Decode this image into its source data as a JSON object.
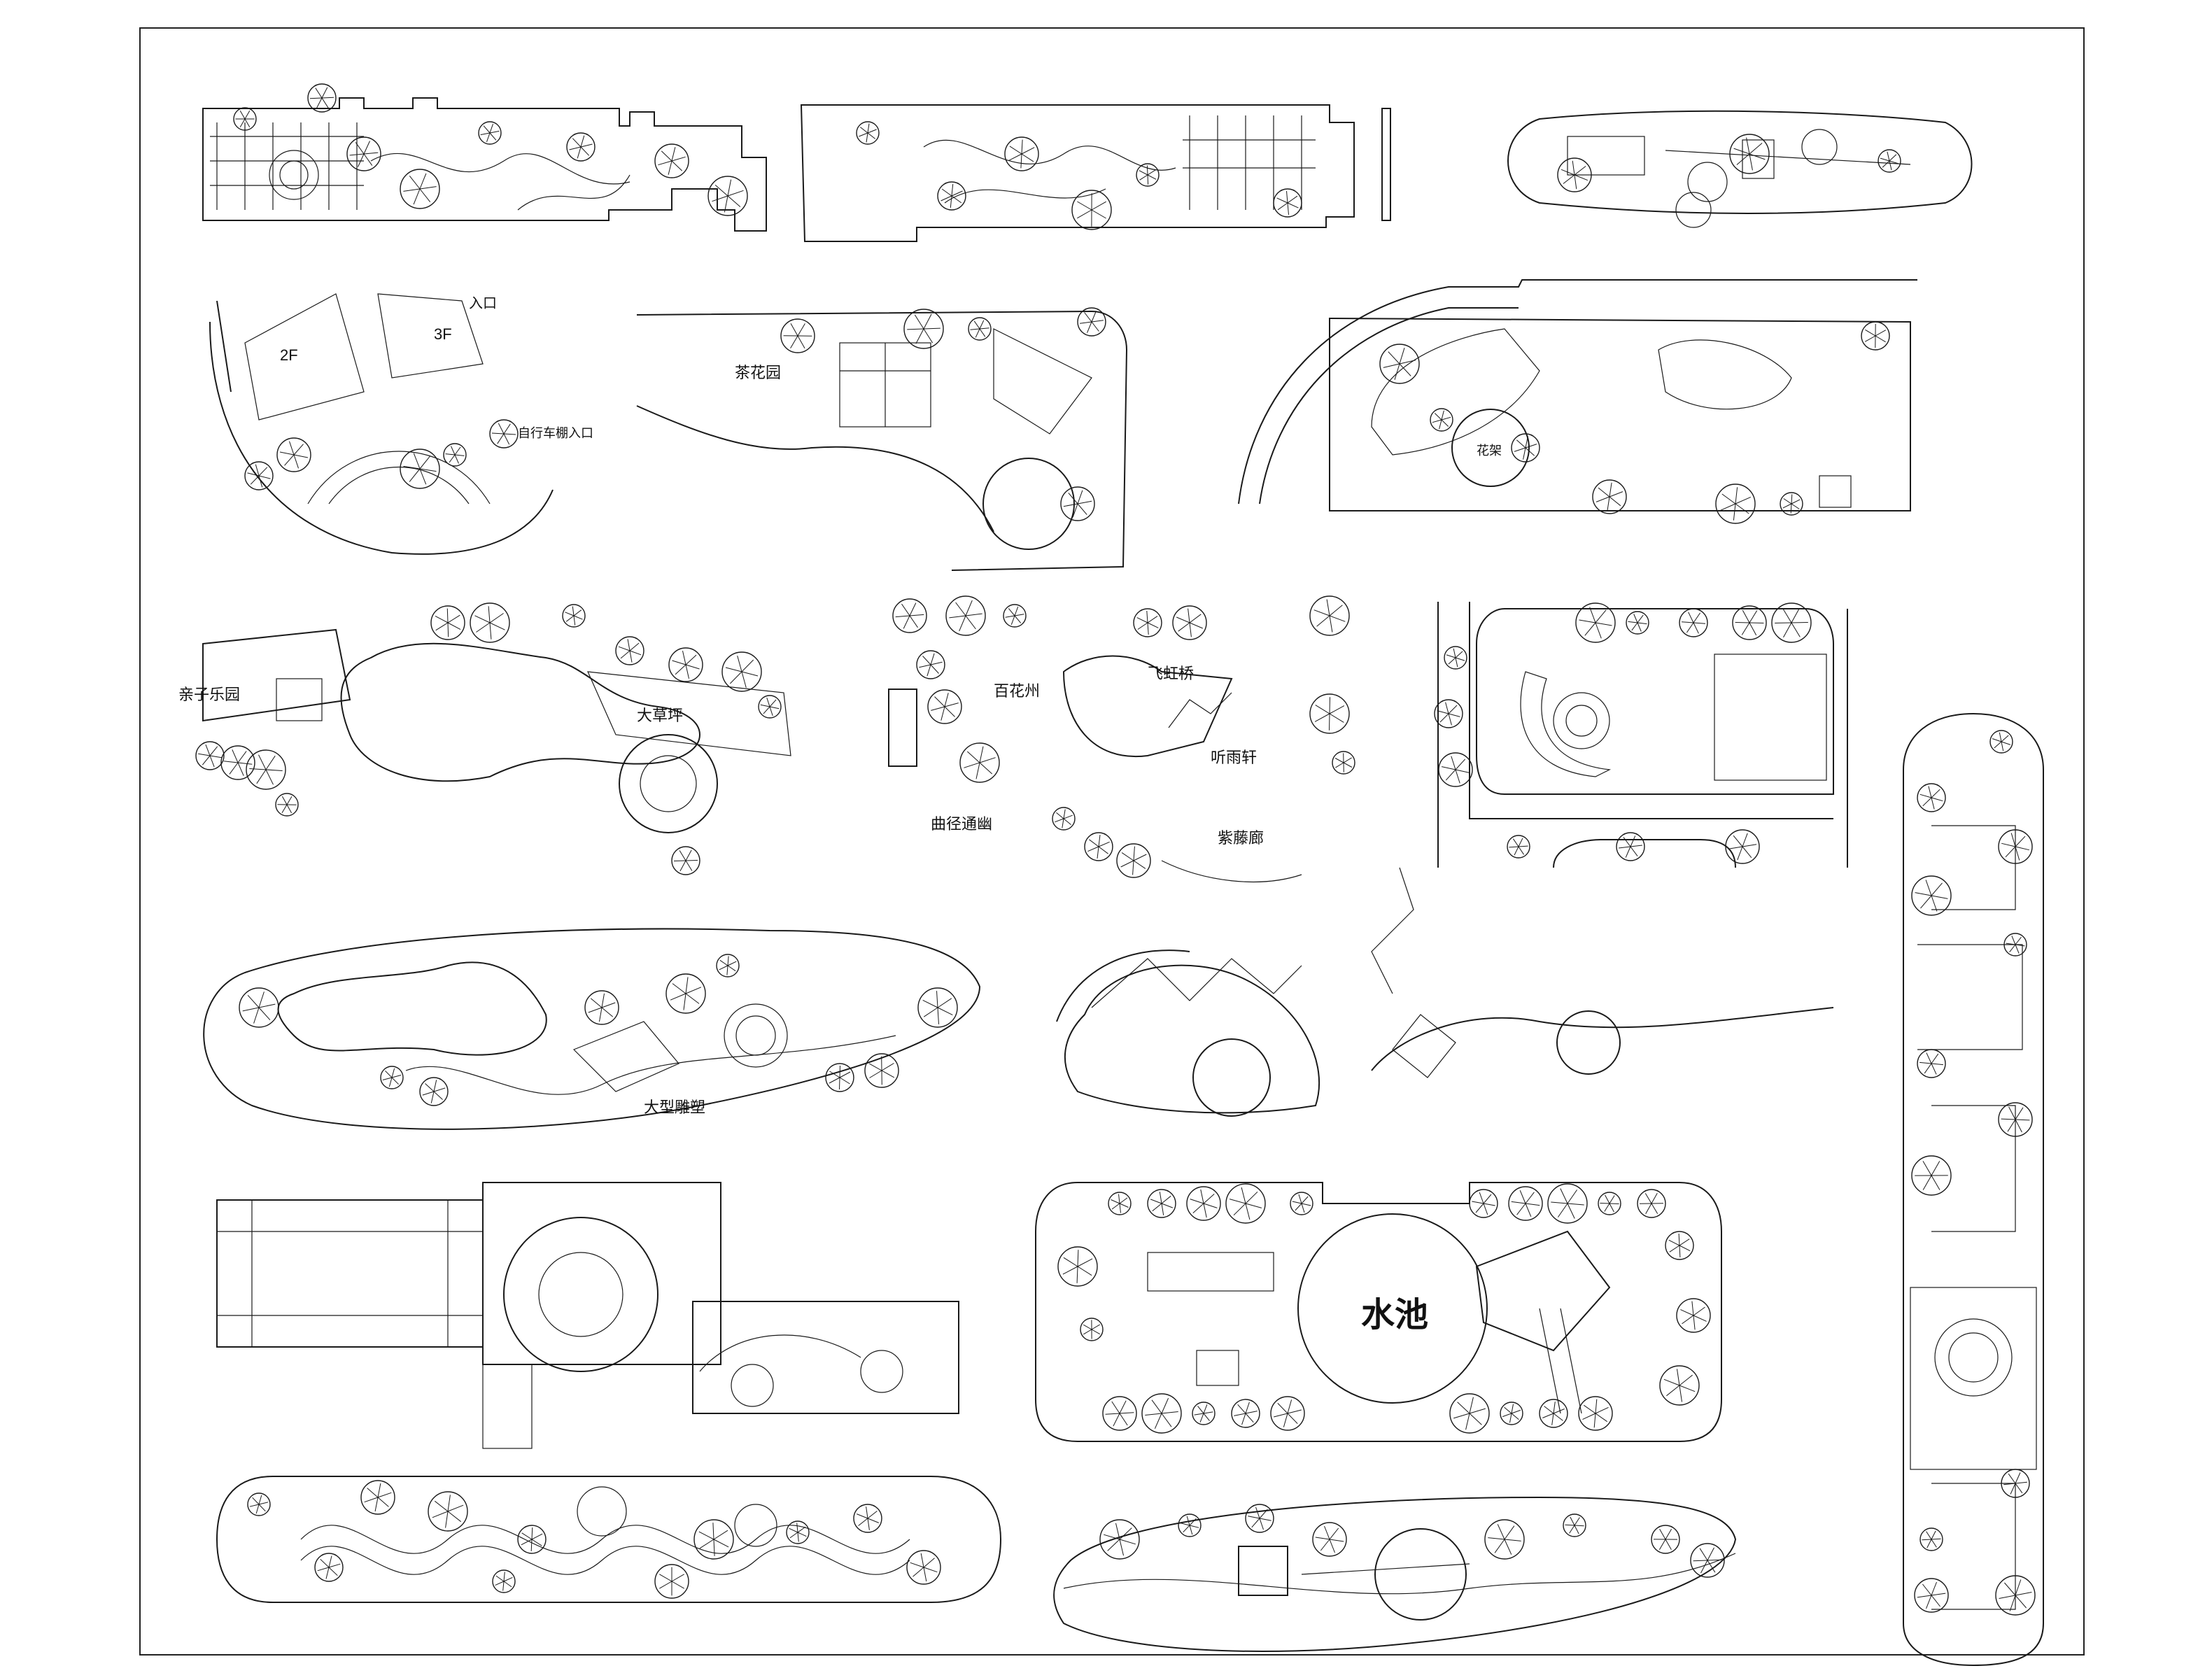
{
  "sheet": {
    "background": "#ffffff",
    "ink": "#1a1a1a"
  },
  "plans": [
    {
      "id": "plan-flower-bed-left",
      "labels": []
    },
    {
      "id": "plan-flower-bed-right",
      "labels": []
    },
    {
      "id": "plan-oval-pergola",
      "labels": []
    },
    {
      "id": "plan-entrance-building",
      "labels": [
        "2F",
        "3F",
        "入口",
        "自行车棚入口"
      ]
    },
    {
      "id": "plan-tea-garden",
      "labels": [
        "茶花园"
      ]
    },
    {
      "id": "plan-curved-road",
      "labels": [
        "花架"
      ]
    },
    {
      "id": "plan-pond-park",
      "labels": [
        "亲子乐园",
        "大草坪"
      ]
    },
    {
      "id": "plan-hundred-flower",
      "labels": [
        "百花州",
        "飞虹桥",
        "听雨轩",
        "曲径通幽",
        "紫藤廊"
      ]
    },
    {
      "id": "plan-square-plaza",
      "labels": []
    },
    {
      "id": "plan-long-lens",
      "labels": [
        "大型雕塑"
      ]
    },
    {
      "id": "plan-tent-stream",
      "labels": []
    },
    {
      "id": "plan-grid-circle",
      "labels": []
    },
    {
      "id": "plan-water-pool",
      "labels": [
        "水池"
      ]
    },
    {
      "id": "plan-vertical-strip",
      "labels": []
    },
    {
      "id": "plan-star-wave",
      "labels": []
    },
    {
      "id": "plan-lens-bottom",
      "labels": []
    }
  ]
}
